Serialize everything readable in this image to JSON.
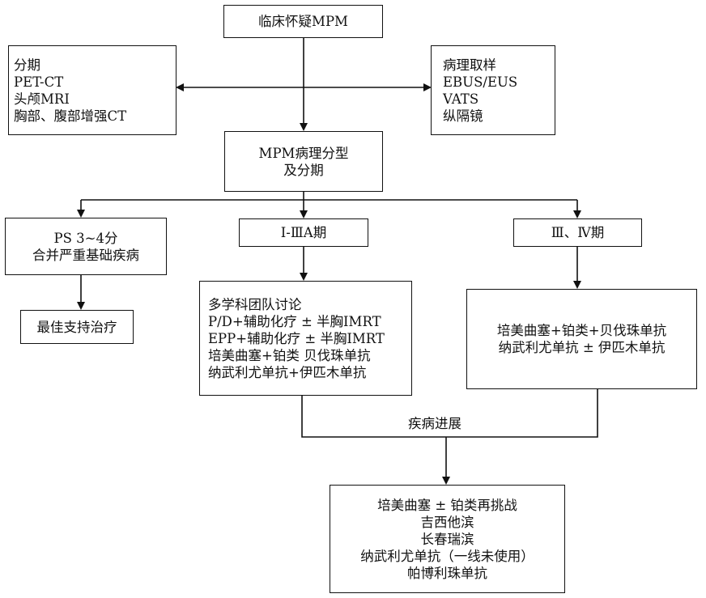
{
  "nodes": {
    "suspect_mpm": [
      "临床怀疑MPM"
    ],
    "staging_workup": [
      "分期",
      "PET-CT",
      "头颅MRI",
      "胸部、腹部增强CT"
    ],
    "pathology_sampling": [
      "病理取样",
      "EBUS/EUS",
      "VATS",
      "纵隔镜"
    ],
    "pathology_staging": [
      "MPM病理分型",
      "及分期"
    ],
    "ps_poor": [
      "PS 3~4分",
      "合并严重基础疾病"
    ],
    "best_support": [
      "最佳支持治疗"
    ],
    "stage_1_3a": [
      "Ⅰ-ⅢA期"
    ],
    "stage_3_4": [
      "Ⅲ、Ⅳ期"
    ],
    "mdt_treatment": [
      "多学科团队讨论",
      "P/D+辅助化疗 ± 半胸IMRT",
      "EPP+辅助化疗 ± 半胸IMRT",
      "培美曲塞+铂类 贝伐珠单抗",
      "纳武利尤单抗+伊匹木单抗"
    ],
    "advanced_treatment": [
      "培美曲塞+铂类+贝伐珠单抗",
      "纳武利尤单抗 ± 伊匹木单抗"
    ],
    "second_line": [
      "培美曲塞 ± 铂类再挑战",
      "吉西他滨",
      "长春瑞滨",
      "纳武利尤单抗（一线未使用）",
      "帕博利珠单抗"
    ]
  },
  "edge_labels": {
    "progression": "疾病进展"
  }
}
